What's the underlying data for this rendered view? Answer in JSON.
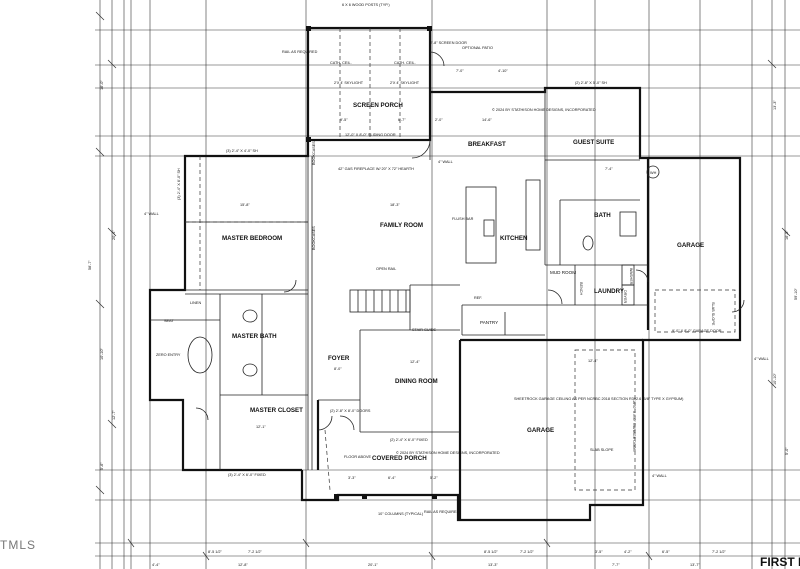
{
  "sheet": {
    "mark": "FIRST F",
    "mls_watermark": "TMLS"
  },
  "copyright": "© 2024 BY STATHISON HOME DESIGNS, INCORPORATED",
  "rooms": {
    "screen_porch": "SCREEN PORCH",
    "breakfast": "BREAKFAST",
    "guest_suite": "GUEST SUITE",
    "family_room": "FAMILY ROOM",
    "kitchen": "KITCHEN",
    "master_bedroom": "MASTER BEDROOM",
    "garage_right": "GARAGE",
    "bath": "BATH",
    "mud_room": "MUD ROOM",
    "laundry": "LAUNDRY",
    "master_bath": "MASTER BATH",
    "master_closet": "MASTER CLOSET",
    "foyer": "FOYER",
    "dining_room": "DINING ROOM",
    "garage_front": "GARAGE",
    "covered_porch": "COVERED PORCH",
    "pantry": "PANTRY"
  },
  "notes": {
    "posts": "6 X 6 WOOD POSTS (TYP.)",
    "screen_door": "2'-8\" SCREEN DOOR",
    "optional_patio": "OPTIONAL PATIO",
    "rail": "RAIL AS REQUIRED",
    "cath_ceil": "CATH. CEIL.",
    "skylight": "2'X 4' SKYLIGHT",
    "sliding_door": "12'-0\" X 8'-0\" SLIDING DOOR",
    "four_wall": "4\" WALL",
    "fireplace": "42\" GAS FIREPLACE W/ 20\" X 72\" HEARTH",
    "flush_bar": "FLUSH BAR",
    "open_rail": "OPEN RAIL",
    "stair_guide": "STAIR GUIDE",
    "bookcases": "BOOKCASES",
    "drywall_ceiling": "SHEETROCK GARAGE CEILING AS PER NCRBC 2018 SECTION R302.6 (5/8\" TYPE X GYPSUM)",
    "slab_slope": "SLAB SLOPE",
    "garage_door": "9'-0\" X 8'-0\" GARAGE DOOR",
    "garage_door_front": "16'-0\" X 8'-0\" GARAGE DOOR",
    "floor_above": "FLOOR ABOVE",
    "columns": "10\" COLUMNS (TYPICAL)",
    "fixed_top": "(3) 2'-4\" X 4'-0\" SH",
    "fixed_guest": "(2) 2'-8\" X 5'-0\" SH",
    "fixed_master": "(3) 2'-4\" X 6'-0\" SH",
    "fixed_bottom": "(3) 2'-4\" X 6'-0\" FIXED",
    "fixed_porch": "(2) 2'-4\" X 6'-0\" FIXED",
    "doors_front": "(2) 2'-8\" X 8'-0\" DOORS",
    "wh": "WH",
    "ref": "REF.",
    "linen": "LINEN",
    "seat": "SEAT",
    "zero_entry": "ZERO ENTRY",
    "bench": "BENCH",
    "dryer": "DRYER",
    "washer": "WASHER"
  },
  "dims": {
    "bottom": [
      "8'-5 1/2\"",
      "7'-2 1/2\"",
      "8'-5 1/2\"",
      "7'-2 1/2\"",
      "3'-5\"",
      "4'-2\"",
      "6'-5\"",
      "7'-2 1/2\""
    ],
    "bottom2": [
      "4'-4\"",
      "12'-8\"",
      "20'-1\"",
      "13'-3\"",
      "7'-7\"",
      "13'-7\""
    ],
    "top": [
      "7'-0\"",
      "4'-10\"",
      "14'-6\"",
      "2'-0\"",
      "6'-7\"",
      "9'-5\""
    ],
    "left": [
      "16'-0\"",
      "20'-4\"",
      "58'-7\"",
      "10'-10\"",
      "12'-7\"",
      "5'-6\""
    ],
    "right": [
      "13'-3\"",
      "16'-5\"",
      "59'-10\"",
      "10'-10\"",
      "5'-0\""
    ],
    "room_sizes": {
      "family": "18'-3\"",
      "master_w": "15'-8\"",
      "dining": "12'-4\"",
      "garage_w": "12'-4\"",
      "guest_w": "7'-4\"",
      "breakfast_w": "14'-6\"",
      "foyer_w": "8'-0\"",
      "closet_w": "12'-1\"",
      "porch_a": "3'-3\"",
      "porch_b": "6'-4\"",
      "porch_c": "5'-2\""
    }
  }
}
